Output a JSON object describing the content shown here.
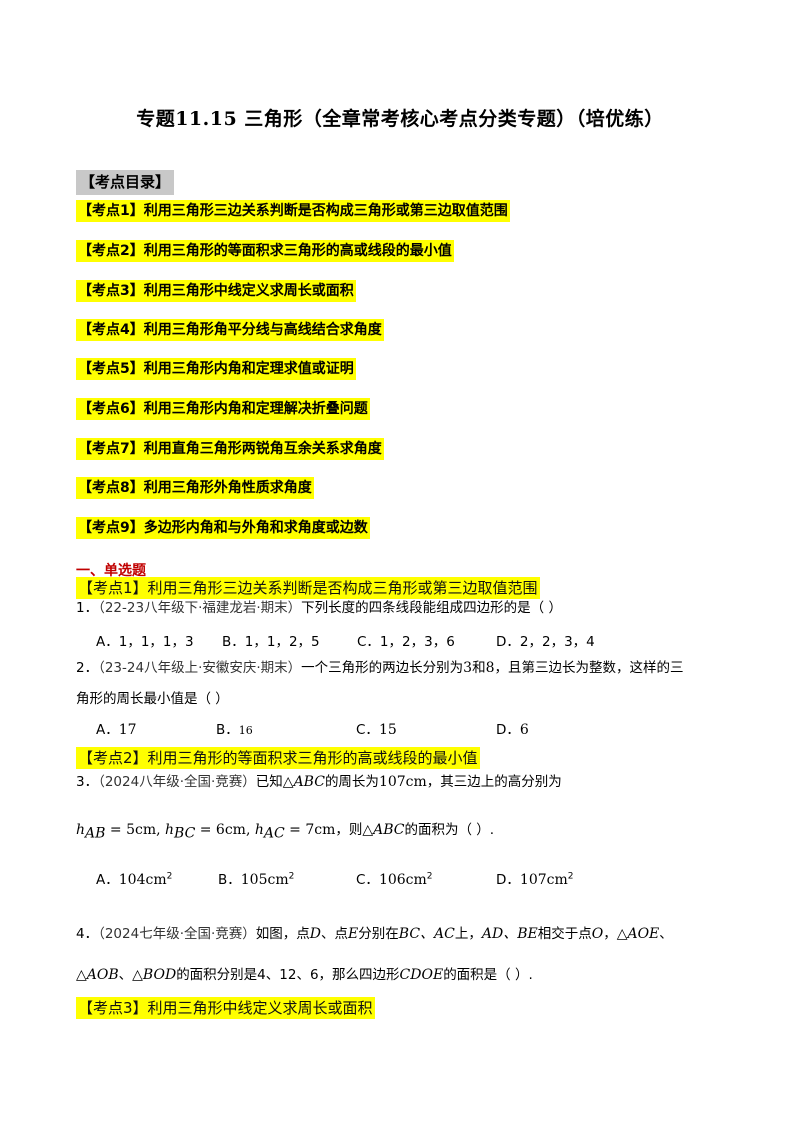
{
  "title": "专题11.15 三角形（全章常考核心考点分类专题）（培优练）",
  "toc": {
    "heading": "【考点目录】",
    "items": [
      "【考点1】利用三角形三边关系判断是否构成三角形或第三边取值范围",
      "【考点2】利用三角形的等面积求三角形的高或线段的最小值",
      "【考点3】利用三角形中线定义求周长或面积",
      "【考点4】利用三角形角平分线与高线结合求角度",
      "【考点5】利用三角形内角和定理求值或证明",
      "【考点6】利用三角形内角和定理解决折叠问题",
      "【考点7】利用直角三角形两锐角互余关系求角度",
      "【考点8】利用三角形外角性质求角度",
      "【考点9】多边形内角和与外角和求角度或边数"
    ]
  },
  "section": "一、单选题",
  "cat1": "【考点1】利用三角形三边关系判断是否构成三角形或第三边取值范围",
  "q1": {
    "num": "1．",
    "src": "（22-23八年级下·福建龙岩·期末）",
    "text": "下列长度的四条线段能组成四边形的是（    ）",
    "opts": [
      "A．1，1，1，3",
      "B．1，1，2，5",
      "C．1，2，3，6",
      "D．2，2，3，4"
    ]
  },
  "q2": {
    "num": "2．",
    "src": "（23-24八年级上·安徽安庆·期末）",
    "t1": "一个三角形的两边长分别为",
    "a": "3",
    "t2": "和",
    "b": "8",
    "t3": "，且第三边长为整数，这样的三",
    "t4": "角形的周长最小值是（        ）",
    "opts": [
      {
        "l": "A．",
        "v": "17"
      },
      {
        "l": "B．",
        "v": "16"
      },
      {
        "l": "C．",
        "v": "15"
      },
      {
        "l": "D．",
        "v": "6"
      }
    ]
  },
  "cat2": "【考点2】利用三角形的等面积求三角形的高或线段的最小值",
  "q3": {
    "num": "3．",
    "src": "（2024八年级·全国·竞赛）",
    "t1": "已知",
    "tri": "△ABC",
    "t2": "的周长为",
    "per": "107cm",
    "t3": "，其三边上的高分别为",
    "heights": "h",
    "sub1": "AB",
    "v1": " = 5cm, ",
    "sub2": "BC",
    "v2": " = 6cm, ",
    "sub3": "AC",
    "v3": " = 7cm",
    "t4": "，则",
    "t5": "的面积为（    ）.",
    "opts": [
      {
        "l": "A．",
        "v": "104cm",
        "s": "2"
      },
      {
        "l": "B．",
        "v": "105cm",
        "s": "2"
      },
      {
        "l": "C．",
        "v": "106cm",
        "s": "2"
      },
      {
        "l": "D．",
        "v": "107cm",
        "s": "2"
      }
    ]
  },
  "q4": {
    "num": "4．",
    "src": "（2024七年级·全国·竞赛）",
    "t1": "如图，点",
    "D": "D",
    "t2": "、点",
    "E": "E",
    "t3": "分别在",
    "seg1": "BC、AC",
    "t4": "上，",
    "seg2": "AD、BE",
    "t5": "相交于点",
    "O": "O",
    "t6": "，",
    "tri1": "△AOE",
    "t7": "、",
    "tri2": "△AOB",
    "t8": "、",
    "tri3": "△BOD",
    "t9": "的面积分别是4、12、6，那么四边形",
    "quad": "CDOE",
    "t10": "的面积是（    ）."
  },
  "cat3": "【考点3】利用三角形中线定义求周长或面积"
}
